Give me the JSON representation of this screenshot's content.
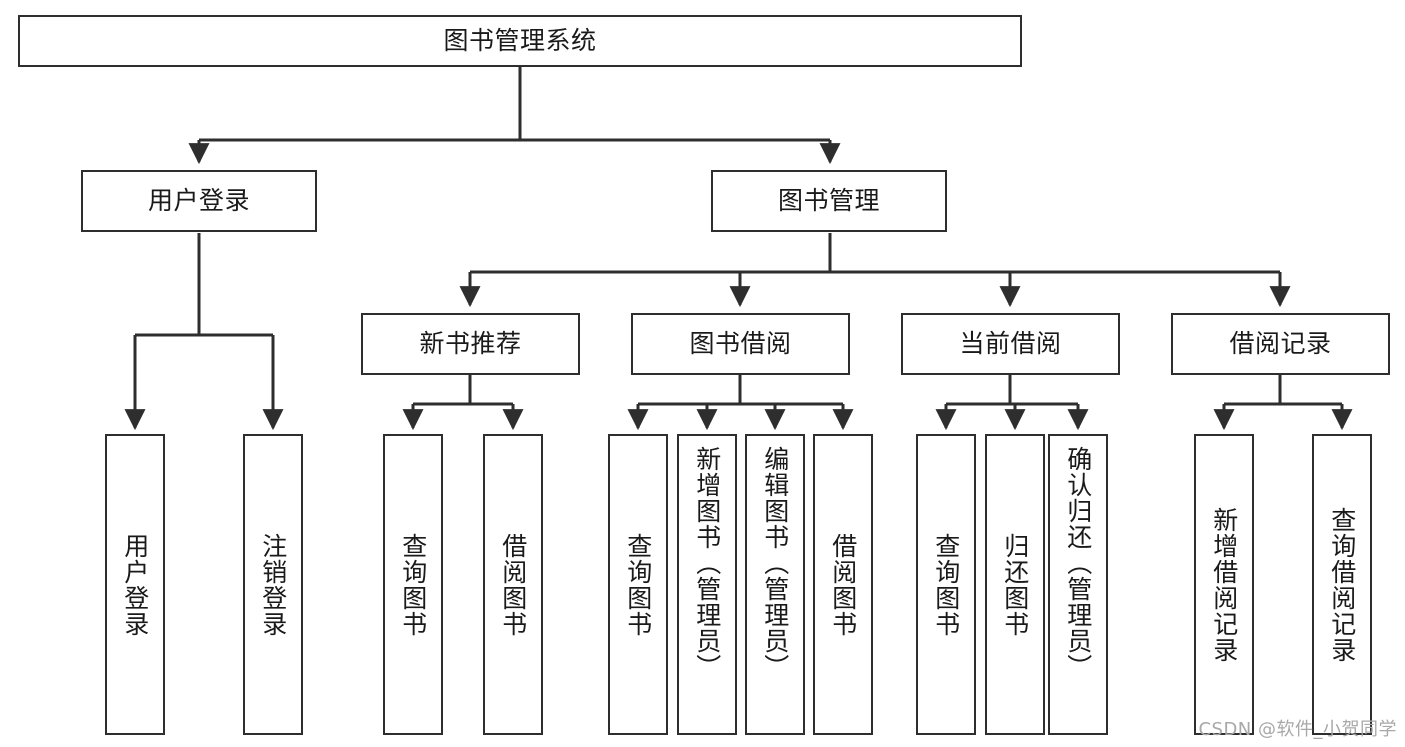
{
  "diagram": {
    "type": "tree-hierarchy-chart",
    "title": "图书管理系统",
    "colors": {
      "stroke": "#2e2e2e",
      "fill": "#ffffff",
      "text": "#1a1a1a",
      "watermark": "#a8a8a8"
    },
    "root": {
      "label": "图书管理系统"
    },
    "level2": [
      {
        "label": "用户登录"
      },
      {
        "label": "图书管理"
      }
    ],
    "level3": [
      {
        "label": "新书推荐"
      },
      {
        "label": "图书借阅"
      },
      {
        "label": "当前借阅"
      },
      {
        "label": "借阅记录"
      }
    ],
    "leaves": {
      "user_login": [
        {
          "label": "用户登录"
        },
        {
          "label": "注销登录"
        }
      ],
      "new_book_recommend": [
        {
          "label": "查询图书"
        },
        {
          "label": "借阅图书"
        }
      ],
      "book_borrow": [
        {
          "label": "查询图书"
        },
        {
          "label": "新增图书（管理员）"
        },
        {
          "label": "编辑图书（管理员）"
        },
        {
          "label": "借阅图书"
        }
      ],
      "current_borrow": [
        {
          "label": "查询图书"
        },
        {
          "label": "归还图书"
        },
        {
          "label": "确认归还（管理员）"
        }
      ],
      "borrow_records": [
        {
          "label": "新增借阅记录"
        },
        {
          "label": "查询借阅记录"
        }
      ]
    }
  },
  "watermark": {
    "text": "CSDN @软件_小贺同学"
  }
}
